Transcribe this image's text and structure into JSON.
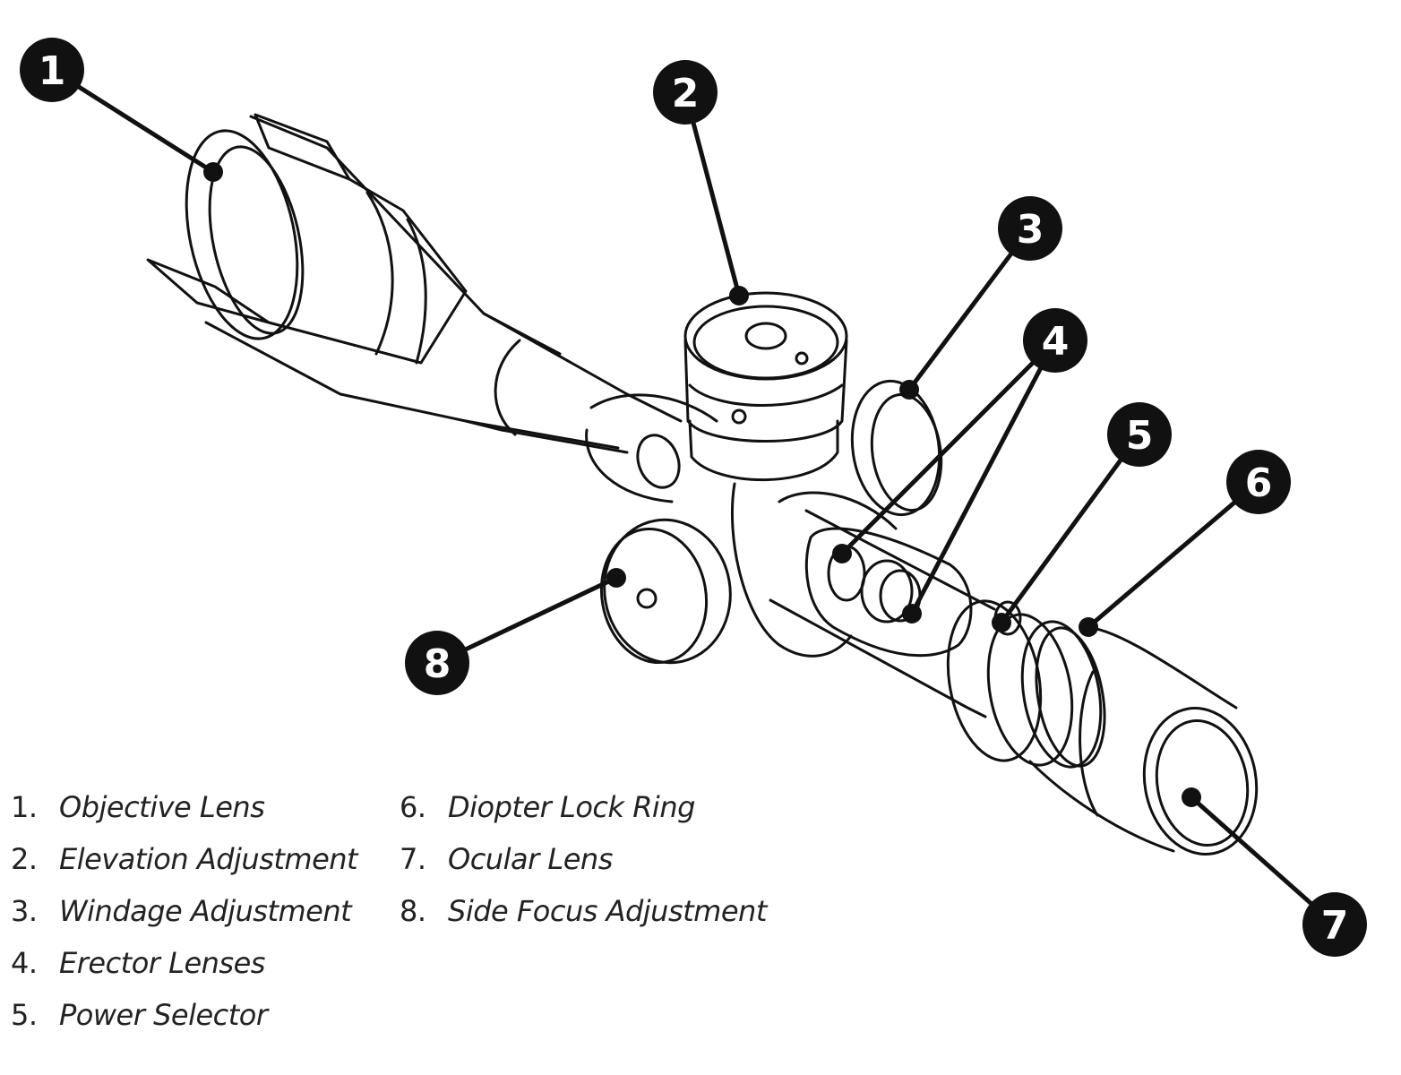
{
  "callouts": [
    {
      "number": "1"
    },
    {
      "number": "2"
    },
    {
      "number": "3"
    },
    {
      "number": "4"
    },
    {
      "number": "5"
    },
    {
      "number": "6"
    },
    {
      "number": "7"
    },
    {
      "number": "8"
    }
  ],
  "legend": [
    {
      "number": "1.",
      "label": "Objective Lens"
    },
    {
      "number": "2.",
      "label": "Elevation Adjustment"
    },
    {
      "number": "3.",
      "label": "Windage Adjustment"
    },
    {
      "number": "4.",
      "label": "Erector Lenses"
    },
    {
      "number": "5.",
      "label": "Power Selector"
    },
    {
      "number": "6.",
      "label": "Diopter Lock Ring"
    },
    {
      "number": "7.",
      "label": "Ocular Lens"
    },
    {
      "number": "8.",
      "label": "Side Focus Adjustment"
    }
  ],
  "colors": {
    "line": "#111111",
    "callout_fill": "#111111",
    "callout_text": "#ffffff",
    "background": "#ffffff"
  }
}
